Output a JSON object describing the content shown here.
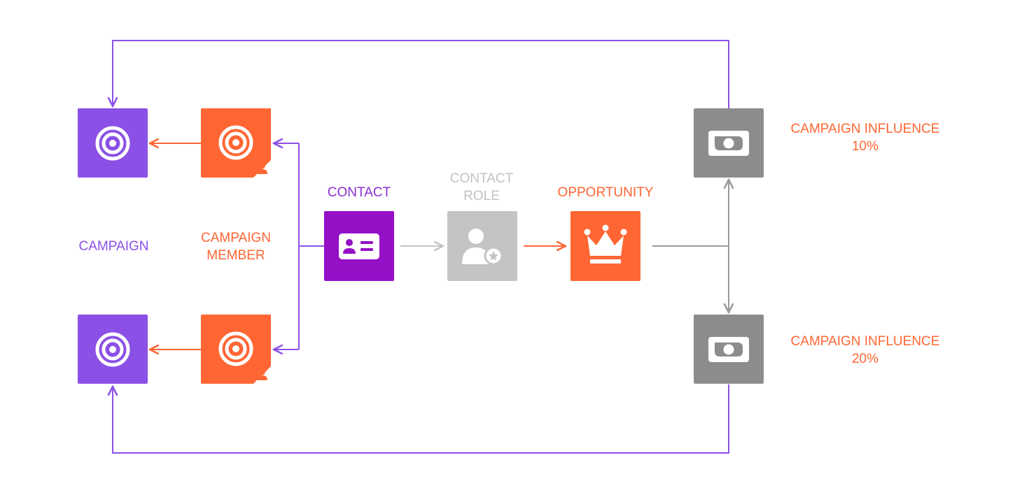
{
  "labels": {
    "campaign": "CAMPAIGN",
    "campaign_member_line1": "CAMPAIGN",
    "campaign_member_line2": "MEMBER",
    "contact": "CONTACT",
    "contact_role_line1": "CONTACT",
    "contact_role_line2": "ROLE",
    "opportunity": "OPPORTUNITY",
    "influence_1_line1": "CAMPAIGN INFLUENCE",
    "influence_1_line2": "10%",
    "influence_2_line1": "CAMPAIGN INFLUENCE",
    "influence_2_line2": "20%"
  },
  "colors": {
    "campaign": "#8b50e6",
    "campaign_member": "#ff6633",
    "contact": "#9410c6",
    "contact_role": "#c4c4c4",
    "opportunity": "#ff6633",
    "influence": "#8c8c8c",
    "loop_line": "#8b50e6",
    "grey_line": "#9a9a9a"
  },
  "icons": {
    "campaign": "target-icon",
    "campaign_member": "target-person-icon",
    "contact": "contact-card-icon",
    "contact_role": "person-star-icon",
    "opportunity": "crown-icon",
    "influence": "money-icon"
  }
}
